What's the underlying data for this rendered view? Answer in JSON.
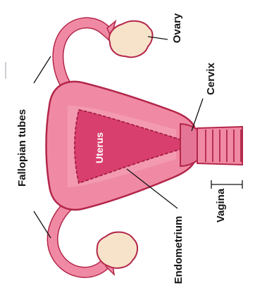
{
  "labels": {
    "fallopian_tubes": "Fallopian tubes",
    "ovary": "Ovary",
    "cervix": "Cervix",
    "uterus": "Uterus",
    "endometrium": "Endometrium",
    "vagina": "Vagina"
  },
  "colors": {
    "tissue": "#f08aa4",
    "tissue_dark": "#e57596",
    "outline": "#b3264a",
    "cavity": "#d93f6e",
    "ovary": "#f7e3c9",
    "uterus_text": "#ffffff",
    "label_text": "#141414"
  }
}
